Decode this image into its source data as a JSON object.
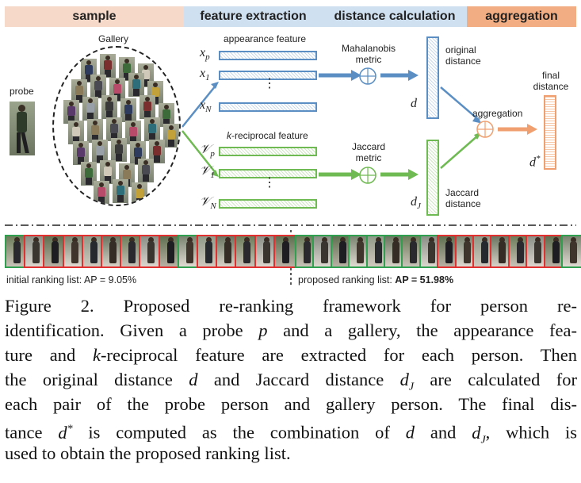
{
  "headers": {
    "sample": "sample",
    "feature_extraction": "feature extraction",
    "distance_calculation": "distance calculation",
    "aggregation": "aggregation"
  },
  "colors": {
    "header_sample": "#f6d9c8",
    "header_feature": "#cfe0f0",
    "header_distance": "#cfe0f0",
    "header_aggregation": "#f2ad82",
    "blue": "#5b8fc4",
    "green": "#6fba52",
    "orange": "#f0a070",
    "red_border": "#e03030",
    "green_border": "#30a050"
  },
  "labels": {
    "probe": "probe",
    "gallery": "Gallery",
    "appearance_feature": "appearance feature",
    "k_reciprocal_feature_k": "k",
    "k_reciprocal_feature_rest": "-reciprocal feature",
    "mahalanobis_line1": "Mahalanobis",
    "mahalanobis_line2": "metric",
    "jaccard_line1": "Jaccard",
    "jaccard_line2": "metric",
    "original_line1": "original",
    "original_line2": "distance",
    "jaccard_distance_line1": "Jaccard",
    "jaccard_distance_line2": "distance",
    "aggregation": "aggregation",
    "final_line1": "final",
    "final_line2": "distance",
    "dots": "⋮"
  },
  "math": {
    "xp_base": "x",
    "xp_sub": "p",
    "x1_base": "x",
    "x1_sub": "1",
    "xN_base": "x",
    "xN_sub": "N",
    "vp_base": "𝒱",
    "vp_sub": "p",
    "v1_base": "𝒱",
    "v1_sub": "1",
    "vN_base": "𝒱",
    "vN_sub": "N",
    "d": "d",
    "dJ_base": "d",
    "dJ_sub": "J",
    "dstar_base": "d",
    "dstar_sup": "*"
  },
  "ranking": {
    "initial_label": "initial ranking list: AP = 9.05%",
    "proposed_label_prefix": "proposed ranking list: ",
    "proposed_label_value": "AP = 51.98%",
    "initial_borders": [
      "green",
      "red",
      "red",
      "red",
      "red",
      "red",
      "red",
      "red",
      "red",
      "green",
      "red",
      "red",
      "red",
      "red",
      "red"
    ],
    "proposed_borders": [
      "green",
      "green",
      "green",
      "green",
      "green",
      "green",
      "green",
      "green",
      "red",
      "red",
      "red",
      "red",
      "red",
      "red",
      "red",
      "green"
    ]
  },
  "caption": {
    "l1": "Figure 2. Proposed re-ranking framework for person re-",
    "l2_a": "identification. Given a probe ",
    "l2_p": "p",
    "l2_b": " and a gallery, the appearance fea-",
    "l3_a": "ture and ",
    "l3_k": "k",
    "l3_b": "-reciprocal feature are extracted for each person. Then",
    "l4_a": "the original distance ",
    "l4_d": "d",
    "l4_b": " and Jaccard distance ",
    "l4_dJ": "d",
    "l4_dJ_sub": "J",
    "l4_c": " are calculated for",
    "l5": "each pair of the probe person and gallery person. The final dis-",
    "l6_a": "tance ",
    "l6_d": "d",
    "l6_sup": "*",
    "l6_b": " is computed as the combination of ",
    "l6_d2": "d",
    "l6_c": " and ",
    "l6_dJ": "d",
    "l6_dJ_sub": "J",
    "l6_e": ", which is",
    "l7": "used to obtain the proposed ranking list."
  }
}
